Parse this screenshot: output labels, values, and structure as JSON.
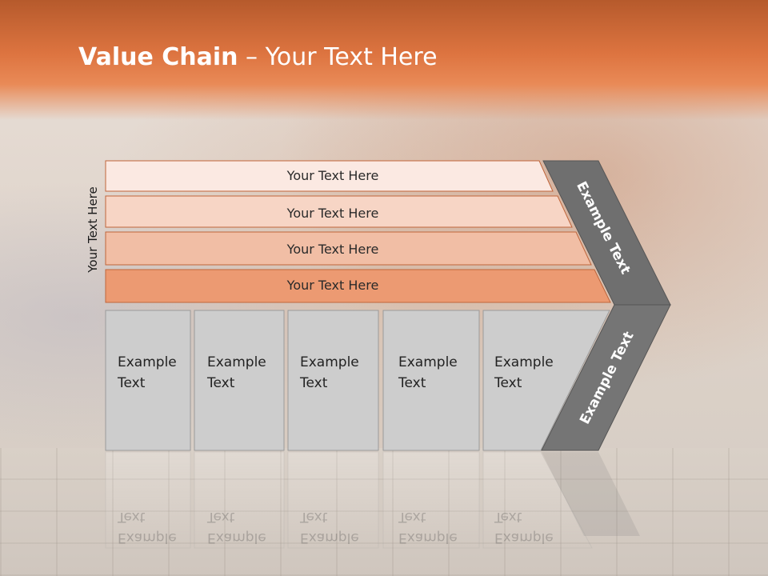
{
  "slide": {
    "title_bold": "Value Chain",
    "title_rest": " – Your Text Here",
    "vertical_label": "Your Text Here"
  },
  "bars": [
    {
      "label": "Your Text Here",
      "fill": "#fbe9e2"
    },
    {
      "label": "Your Text Here",
      "fill": "#f7d5c5"
    },
    {
      "label": "Your Text Here",
      "fill": "#f1bea5"
    },
    {
      "label": "Your Text Here",
      "fill": "#ec9a72"
    }
  ],
  "boxes": [
    {
      "line1": "Example",
      "line2": "Text"
    },
    {
      "line1": "Example",
      "line2": "Text"
    },
    {
      "line1": "Example",
      "line2": "Text"
    },
    {
      "line1": "Example",
      "line2": "Text"
    },
    {
      "line1": "Example",
      "line2": "Text"
    }
  ],
  "chevron": {
    "upper_label": "Example Text",
    "lower_label": "Example Text",
    "upper_fill": "#6f6f6f",
    "lower_fill": "#757575"
  },
  "colors": {
    "header": "#dd7440",
    "box_fill": "#cdcdcd",
    "bar_border": "#c0653a"
  }
}
